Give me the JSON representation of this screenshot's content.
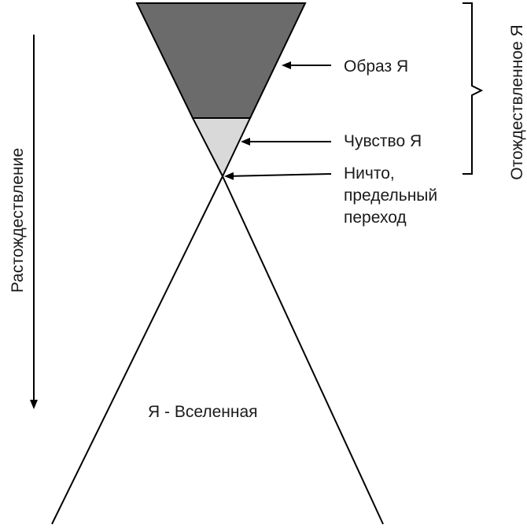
{
  "labels": {
    "obraz": "Образ Я",
    "chuvstvo": "Чувство Я",
    "nichto": [
      "Ничто,",
      "предельный",
      "переход"
    ],
    "vselennaya": "Я - Вселенная",
    "rastozhdestvlenie": "Растождествление",
    "otozhdestvlennoe": "Отождествленное Я"
  },
  "colors": {
    "upper_fill": "#6b6b6b",
    "lower_fill": "#d9d9d9",
    "stroke": "#000000",
    "text": "#1a1a1a"
  }
}
